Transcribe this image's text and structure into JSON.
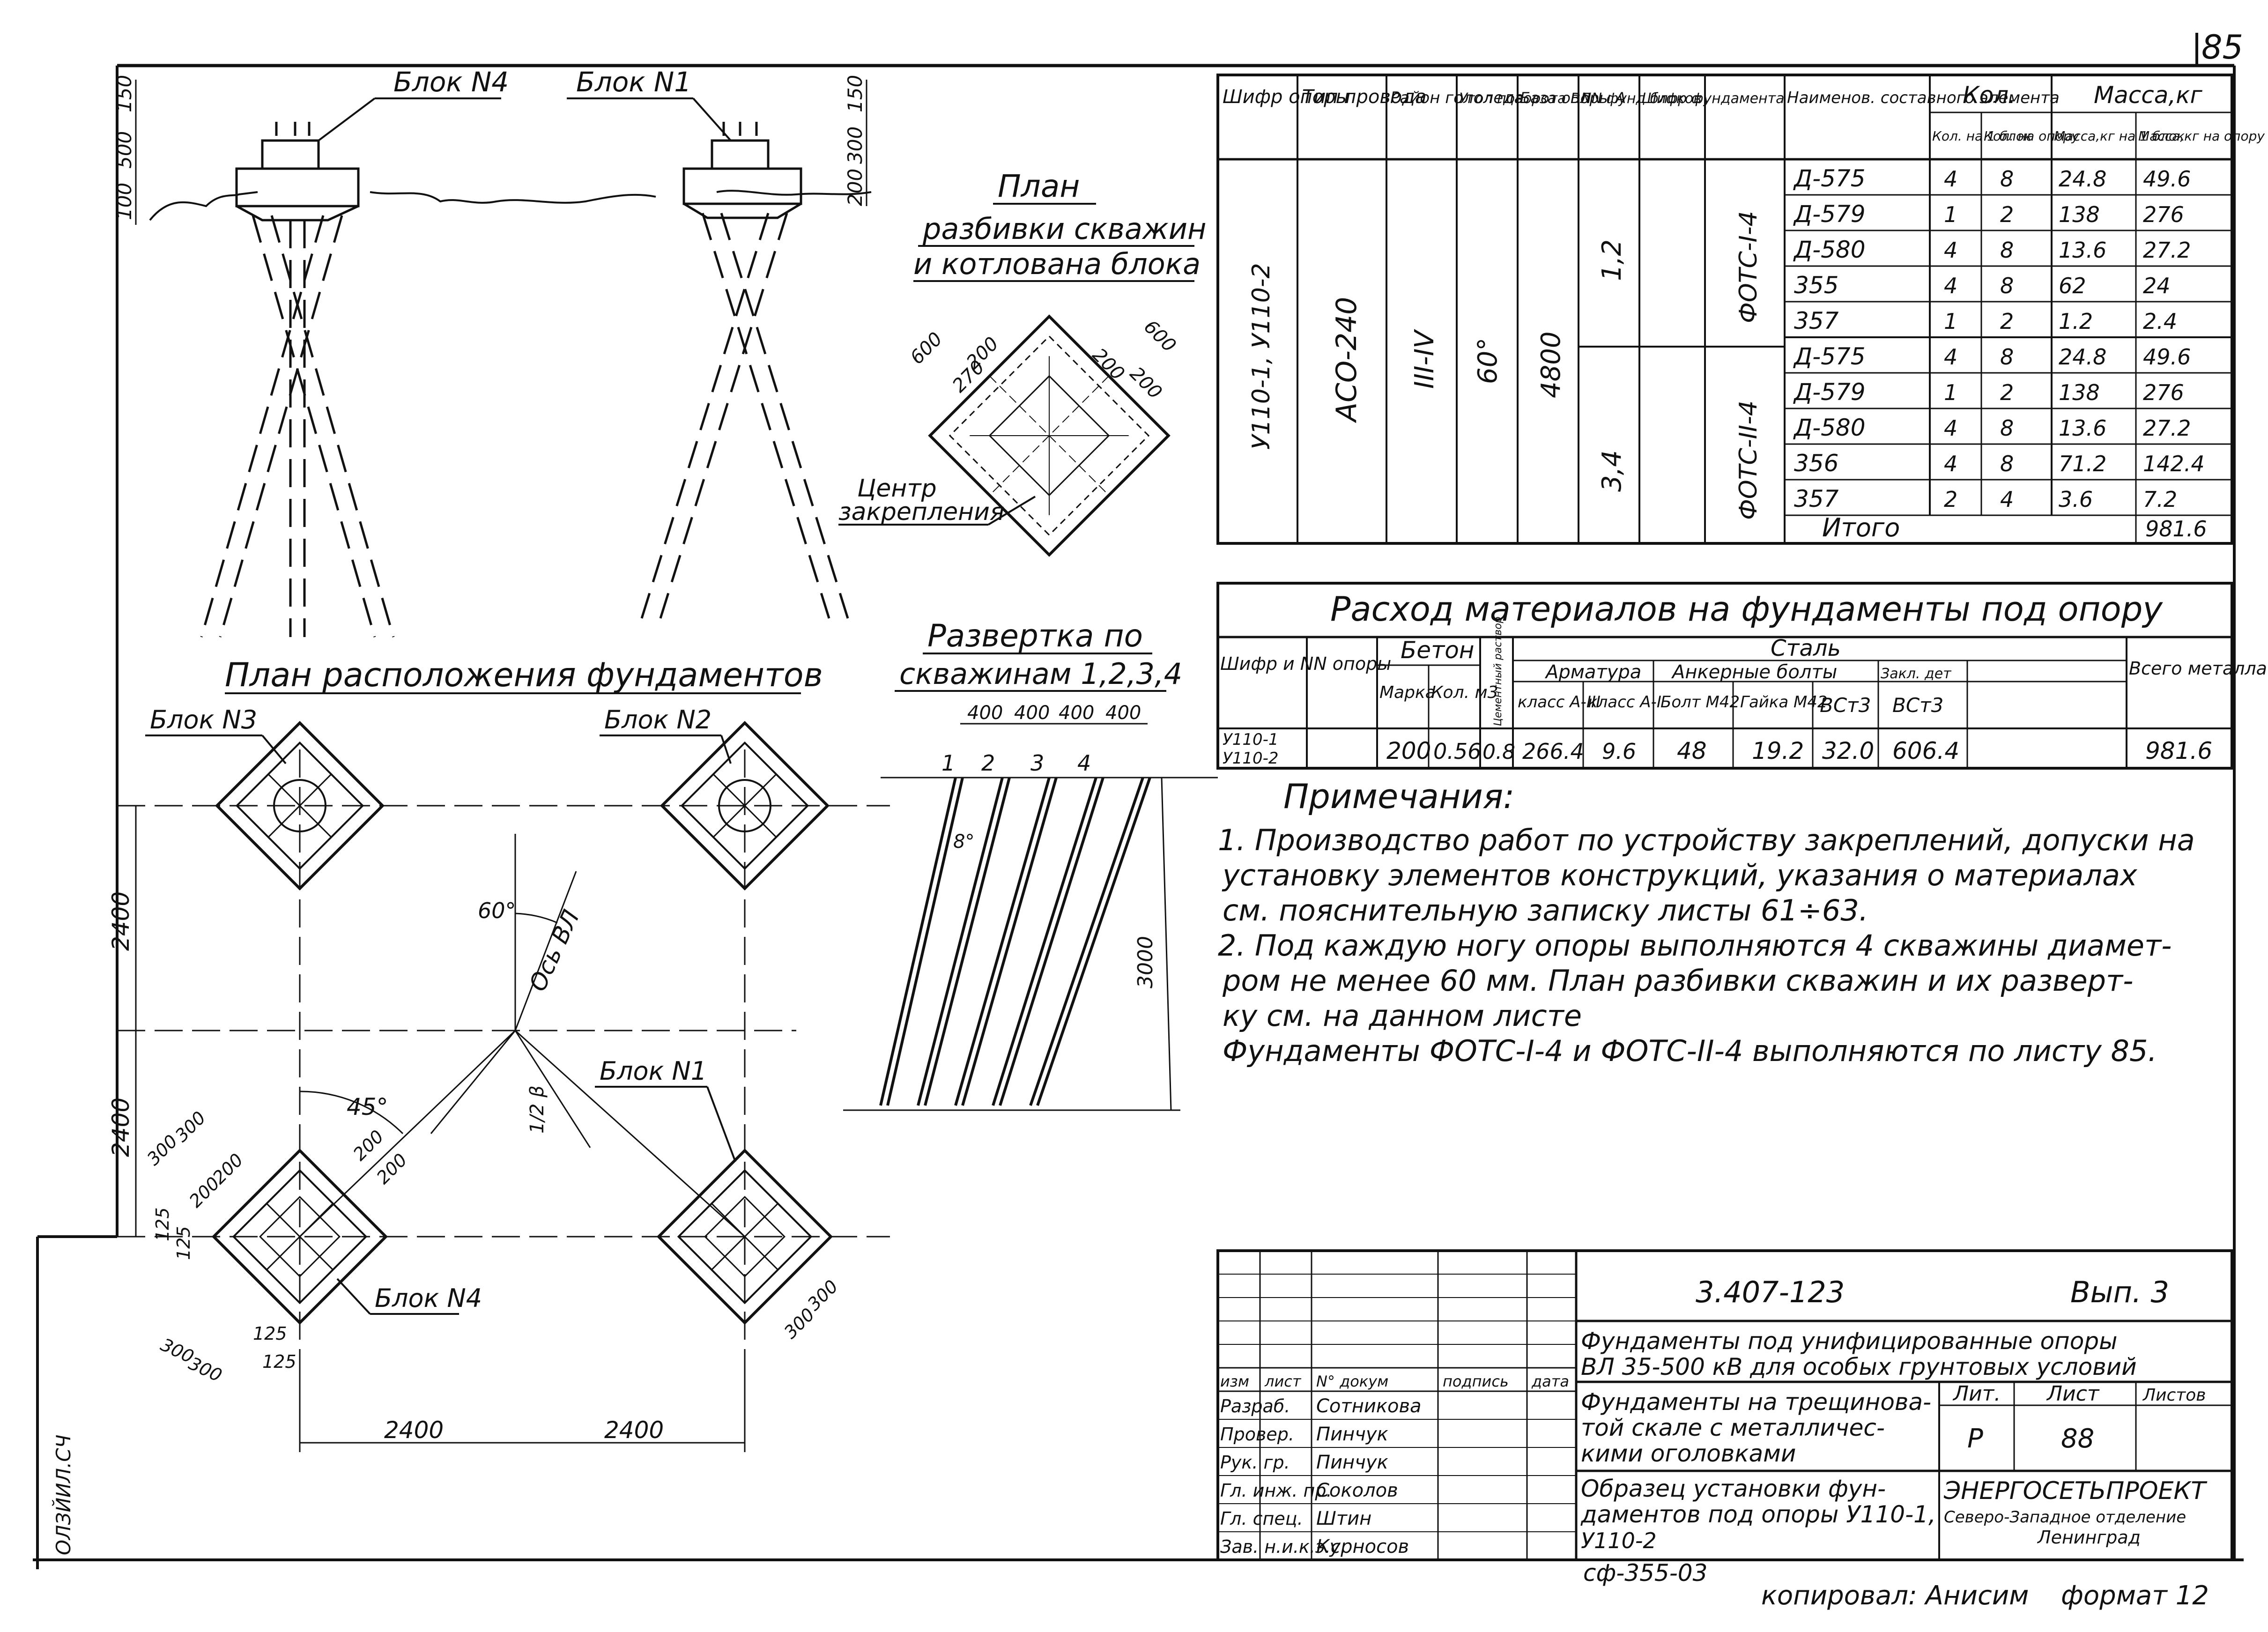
{
  "sheet_corner": "85",
  "side_stamp": "ОЛЗЙИЛ.СЧ",
  "elevation": {
    "block4": "Блок N4",
    "block1": "Блок N1",
    "dims_left": [
      "150",
      "500",
      "100"
    ],
    "dims_right": [
      "150",
      "300",
      "200"
    ]
  },
  "layout_plan": {
    "title": "План расположения фундаментов",
    "blocks": [
      "Блок N3",
      "Блок N2",
      "Блок N1",
      "Блок N4"
    ],
    "axis_label": "Ось ВЛ",
    "angle_60": "60°",
    "angle_45": "45°",
    "bisector": "1/2 β",
    "dim_2400_v1": "2400",
    "dim_2400_v2": "2400",
    "dim_2400_h1": "2400",
    "dim_2400_h2": "2400",
    "small_dims": [
      "300",
      "300",
      "200",
      "200",
      "125",
      "125",
      "125",
      "125",
      "300",
      "300",
      "200",
      "200",
      "300",
      "300"
    ]
  },
  "drill_plan": {
    "title_1": "План",
    "title_2": "разбивки скважин",
    "title_3": "и котлована блока",
    "dims": [
      "600",
      "200",
      "270",
      "600",
      "200",
      "200"
    ],
    "center_label_1": "Центр",
    "center_label_2": "закрепления"
  },
  "development": {
    "title_1": "Развертка по",
    "title_2": "скважинам 1,2,3,4",
    "spacing": [
      "400",
      "400",
      "400",
      "400"
    ],
    "hole_numbers": [
      "1",
      "2",
      "3",
      "4"
    ],
    "angle": "8°",
    "height": "3000"
  },
  "spec_table": {
    "headers": [
      "Шифр опоры",
      "Тип провода",
      "Район гололеда",
      "Угол поворота ВЛ",
      "База опоры А",
      "NN фунд блоков",
      "Шифр фундамента",
      "Наименов. составного элемента",
      "Кол. на 1 блок",
      "Кол. на опору",
      "Масса,кг на 1 блок",
      "Масса,кг на опору"
    ],
    "header_groups": {
      "qty": "Кол.",
      "mass": "Масса,кг"
    },
    "support_code": "У110-1, У110-2",
    "wire_type": "АСО-240",
    "ice_region": "III-IV",
    "angle": "60°",
    "base": "4800",
    "groups": [
      {
        "blocks": "1,2",
        "foundation": "ФОТС-I-4"
      },
      {
        "blocks": "3,4",
        "foundation": "ФОТС-II-4"
      }
    ],
    "rows": [
      [
        "Д-575",
        "4",
        "8",
        "24.8",
        "49.6"
      ],
      [
        "Д-579",
        "1",
        "2",
        "138",
        "276"
      ],
      [
        "Д-580",
        "4",
        "8",
        "13.6",
        "27.2"
      ],
      [
        "355",
        "4",
        "8",
        "62",
        "24"
      ],
      [
        "357",
        "1",
        "2",
        "1.2",
        "2.4"
      ],
      [
        "Д-575",
        "4",
        "8",
        "24.8",
        "49.6"
      ],
      [
        "Д-579",
        "1",
        "2",
        "138",
        "276"
      ],
      [
        "Д-580",
        "4",
        "8",
        "13.6",
        "27.2"
      ],
      [
        "356",
        "4",
        "8",
        "71.2",
        "142.4"
      ],
      [
        "357",
        "2",
        "4",
        "3.6",
        "7.2"
      ]
    ],
    "total_label": "Итого",
    "total_value": "981.6"
  },
  "materials": {
    "title": "Расход материалов на фундаменты под опору",
    "h_code": "Шифр и NN опоры",
    "h_concrete": "Бетон",
    "h_mark": "Марка",
    "h_vol": "Кол. м3",
    "h_cement": "Цементный раствор",
    "h_steel": "Сталь",
    "h_rebar": "Арматура",
    "h_anchor": "Анкерные болты",
    "h_emb": "Закл. дет",
    "h_total": "Всего металла кг",
    "h_cls3": "класс А-III",
    "h_cls1": "класс А-I",
    "h_bolt": "Болт М42",
    "h_nut": "Гайка М42",
    "h_bst": "ВСт3",
    "h_bst2": "ВСт3",
    "code_1": "У110-1",
    "code_2": "У110-2",
    "values": [
      "200",
      "0.56",
      "0.8",
      "266.4",
      "9.6",
      "48",
      "19.2",
      "32.0",
      "606.4",
      "981.6"
    ]
  },
  "notes": {
    "title": "Примечания:",
    "lines": [
      "1. Производство работ по устройству закреплений, допуски на",
      "установку элементов конструкций, указания о материалах",
      "см. пояснительную записку листы 61÷63.",
      "2. Под каждую ногу опоры выполняются 4 скважины диамет-",
      "ром не менее 60 мм. План разбивки скважин и их разверт-",
      "ку см. на данном листе",
      "Фундаменты ФОТС-I-4 и ФОТС-II-4 выполняются по листу 85."
    ]
  },
  "title_block": {
    "doc_code": "3.407-123",
    "issue": "Вып. 3",
    "main_title_1": "Фундаменты под унифицированные опоры",
    "main_title_2": "ВЛ 35-500 кВ для особых грунтовых условий",
    "section_1": "Фундаменты на трещинова-",
    "section_2": "той скале с металличес-",
    "section_3": "кими оголовками",
    "sheet_title_1": "Образец установки фун-",
    "sheet_title_2": "даментов под опоры У110-1,",
    "sheet_title_3": "У110-2",
    "col_heads": [
      "изм",
      "лист",
      "N° докум",
      "подпись",
      "дата"
    ],
    "lit_head": "Лит.",
    "sheet_head": "Лист",
    "sheets_head": "Листов",
    "lit": "Р",
    "sheet": "88",
    "org_1": "ЭНЕРГОСЕТЬПРОЕКТ",
    "org_2": "Северо-Западное отделение",
    "org_3": "Ленинград",
    "staff": [
      {
        "role": "Разраб.",
        "name": "Сотникова"
      },
      {
        "role": "Провер.",
        "name": "Пинчук"
      },
      {
        "role": "Рук. гр.",
        "name": "Пинчук"
      },
      {
        "role": "Гл. инж. пр.",
        "name": "Соколов"
      },
      {
        "role": "Гл. спец.",
        "name": "Штин"
      },
      {
        "role": "Зав. н.и.к.э.с.",
        "name": "Курносов"
      }
    ],
    "archive": "сф-355-03",
    "copied": "копировал: Анисим",
    "format": "формат 12"
  }
}
